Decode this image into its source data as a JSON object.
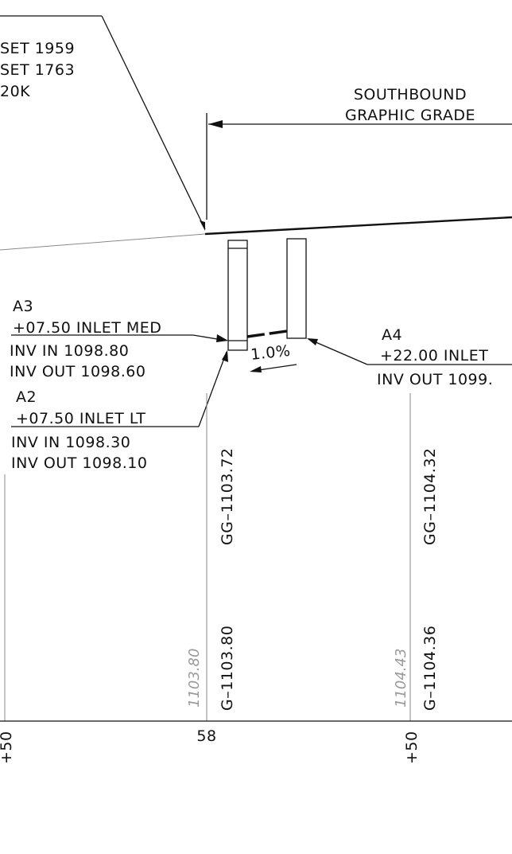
{
  "upper_left_notes": {
    "line1": "SET 1959",
    "line2": "SET 1763",
    "line3": "20K"
  },
  "grade_label": {
    "line1": "SOUTHBOUND",
    "line2": "GRAPHIC GRADE"
  },
  "inlet_a3": {
    "id": "A3",
    "station": "+07.50 INLET MED",
    "inv_in": "INV IN 1098.80",
    "inv_out": "INV OUT 1098.60"
  },
  "inlet_a2": {
    "id": "A2",
    "station": "+07.50 INLET LT",
    "inv_in": "INV IN 1098.30",
    "inv_out": "INV OUT 1098.10"
  },
  "inlet_a4": {
    "id": "A4",
    "station": "+22.00 INLET",
    "inv_out": "INV OUT 1099."
  },
  "pipe_slope": "1.0%",
  "elevations": {
    "sta58_gg": "GG–1103.72",
    "sta58_g": "G–1103.80",
    "sta58_existing": "1103.80",
    "sta58p50_gg": "GG–1104.32",
    "sta58p50_g": "G–1104.36",
    "sta58p50_existing": "1104.43"
  },
  "stations": {
    "left": "+50",
    "mid": "58",
    "right": "+50"
  }
}
